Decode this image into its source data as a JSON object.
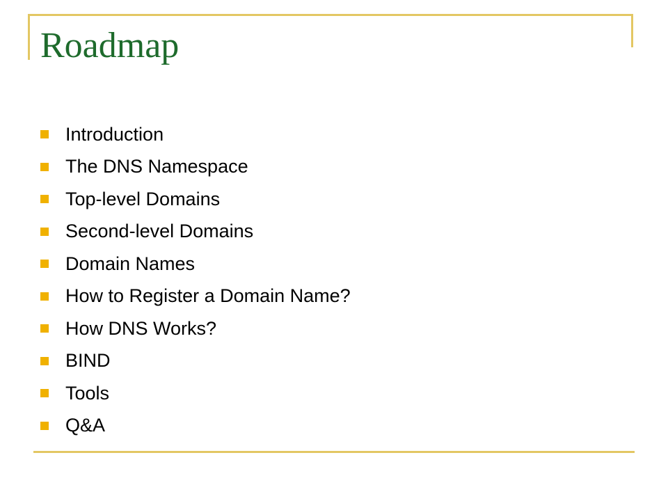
{
  "slide": {
    "title": "Roadmap",
    "bullets": [
      "Introduction",
      "The DNS Namespace",
      "Top-level Domains",
      "Second-level Domains",
      "Domain Names",
      "How to Register a Domain Name?",
      "How DNS Works?",
      "BIND",
      "Tools",
      "Q&A"
    ]
  },
  "colors": {
    "title": "#1e6b2c",
    "frame_lines": "#e3c763",
    "bullet_marker": "#f0b100",
    "text": "#000000",
    "background": "#ffffff"
  }
}
